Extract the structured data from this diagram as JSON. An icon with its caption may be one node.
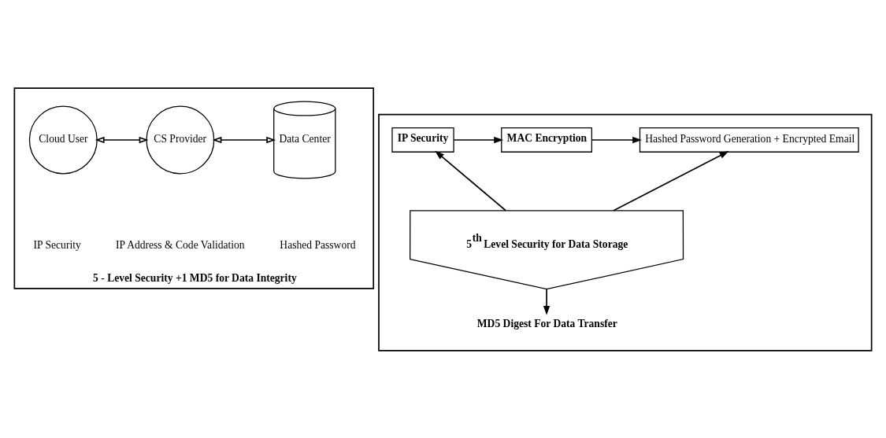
{
  "diagram": {
    "nodes": [
      {
        "text": [
          "5 - Level Security +1 MD5 for Data Integrity"
        ]
      },
      {
        "text": [
          "Cloud User"
        ],
        "in": 0
      },
      {
        "text": [
          "CS Provider"
        ],
        "in": 0
      },
      {
        "text": [
          "Data Center"
        ],
        "in": 0
      },
      {
        "text": [],
        "shape": "box"
      },
      {
        "text": [
          "IP Security"
        ],
        "in": 4
      },
      {
        "text": [
          "MAC Encryption"
        ],
        "in": 4
      },
      {
        "text": [
          "Hashed Password Generation + Encrypted Email"
        ],
        "in": 4
      },
      {
        "text": [
          "5$^{th}$ Level Security for Data Storage"
        ],
        "in": 4
      },
      {
        "text": [
          "MD5 Digest For Data Transfer"
        ],
        "in": 4
      }
    ],
    "edges": [
      {
        "from": 1,
        "to": 2,
        "arrow": "both"
      },
      {
        "from": 2,
        "to": 3,
        "arrow": "both"
      },
      {
        "from": 5,
        "to": 6,
        "arrow": "to"
      },
      {
        "from": 6,
        "to": 7,
        "arrow": "to"
      },
      {
        "from": 8,
        "to": 5,
        "arrow": "to"
      },
      {
        "from": 8,
        "to": 7,
        "arrow": "to"
      },
      {
        "from": 8,
        "to": 9,
        "arrow": "to"
      }
    ],
    "labels": [
      "IP Security",
      "IP Address & Code Validation",
      "Hashed Password"
    ]
  }
}
